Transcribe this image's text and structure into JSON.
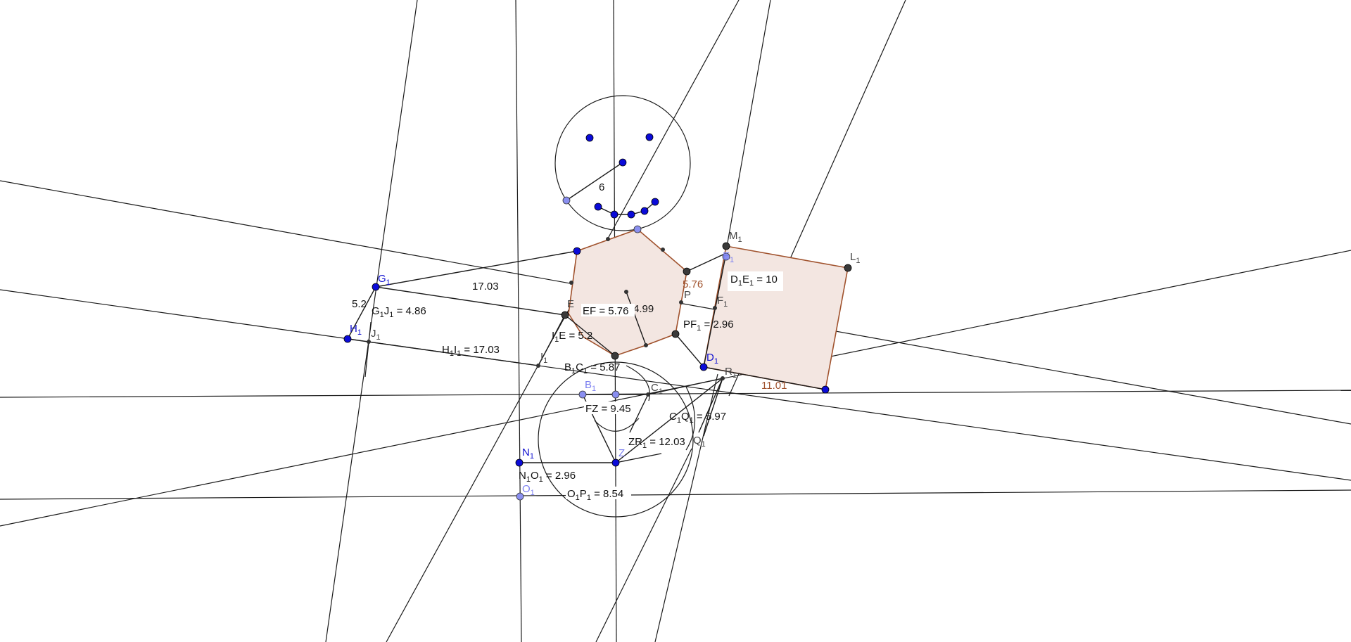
{
  "labels": {
    "G1": "G",
    "G1s": "1",
    "H1": "H",
    "H1s": "1",
    "J1": "J",
    "J1s": "1",
    "I1": "I",
    "I1s": "1",
    "E": "E",
    "P": "P",
    "F1": "F",
    "F1s": "1",
    "E1": "E",
    "E1s": "1",
    "M1": "M",
    "M1s": "1",
    "L1": "L",
    "L1s": "1",
    "D1": "D",
    "D1s": "1",
    "R1": "R",
    "R1s": "1",
    "B1": "B",
    "B1s": "1",
    "C1": "C",
    "C1s": "1",
    "Q1": "Q",
    "Q1s": "1",
    "N1": "N",
    "N1s": "1",
    "O1": "O",
    "O1s": "1",
    "Z": "Z"
  },
  "measurements": {
    "radius": "6",
    "g1h1": "5.2",
    "g1_pentagon": "17.03",
    "pent_side": "5.76",
    "inner": "4.99",
    "square_side": "11.01",
    "g1j1": {
      "a": "G",
      "a_sub": "1",
      "b": "J",
      "b_sub": "1",
      "val": " = 4.86"
    },
    "h1i1": {
      "a": "H",
      "a_sub": "1",
      "b": "I",
      "b_sub": "1",
      "val": " = 17.03"
    },
    "i1e": {
      "a": "I",
      "a_sub": "1",
      "b": "E",
      "val": " = 5.2"
    },
    "ef": {
      "text": "EF = 5.76"
    },
    "pf1": {
      "a": "PF",
      "a_sub": "1",
      "val": " = 2.96"
    },
    "d1e1": {
      "a": "D",
      "a_sub": "1",
      "b": "E",
      "b_sub": "1",
      "val": " = 10"
    },
    "b1c1": {
      "a": "B",
      "a_sub": "1",
      "b": "C",
      "b_sub": "1",
      "val": " = 5.87"
    },
    "fz": {
      "text": "FZ = 9.45"
    },
    "c1q1": {
      "a": "C",
      "a_sub": "1",
      "b": "Q",
      "b_sub": "1",
      "val": " = 5.97"
    },
    "zr1": {
      "a": "ZR",
      "a_sub": "1",
      "val": " = 12.03"
    },
    "n1o1": {
      "a": "N",
      "a_sub": "1",
      "b": "O",
      "b_sub": "1",
      "val": " = 2.96"
    },
    "o1p1": {
      "a": "O",
      "a_sub": "1",
      "b": "P",
      "b_sub": "1",
      "val": " = 8.54"
    }
  },
  "colors": {
    "fill": "#f3e6e1",
    "edge": "#a0522d",
    "point_blue": "#0b0bd9",
    "point_light": "#8a8ff0"
  }
}
